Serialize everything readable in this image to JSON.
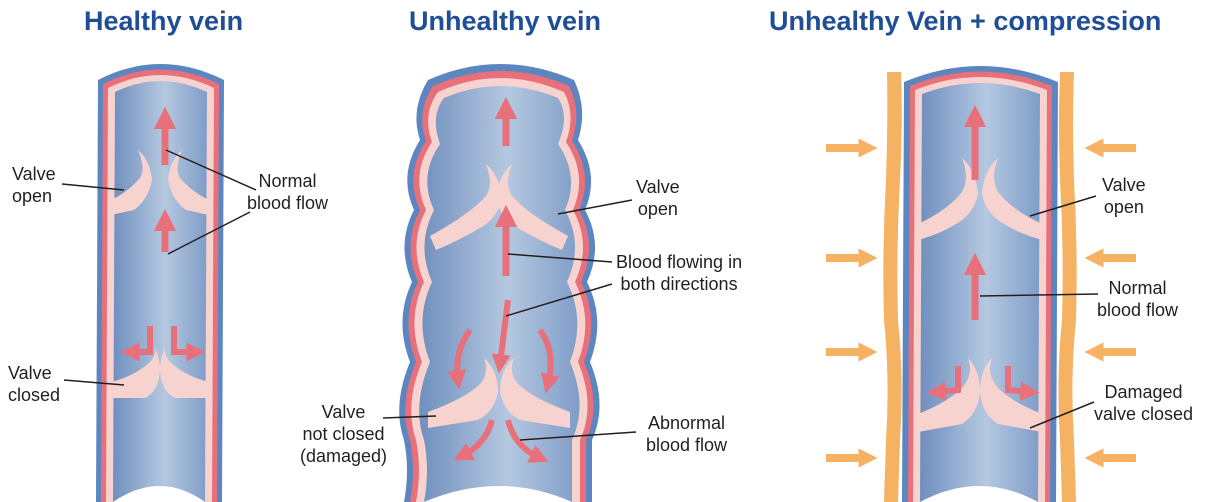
{
  "panels": [
    {
      "title": "Healthy vein",
      "labels": {
        "valve_open": [
          "Valve",
          "open"
        ],
        "normal_flow": [
          "Normal",
          "blood flow"
        ],
        "valve_closed": [
          "Valve",
          "closed"
        ]
      }
    },
    {
      "title": "Unhealthy vein",
      "labels": {
        "valve_open": [
          "Valve",
          "open"
        ],
        "both_directions": [
          "Blood flowing in",
          "both directions"
        ],
        "valve_not_closed": [
          "Valve",
          "not closed",
          "(damaged)"
        ],
        "abnormal_flow": [
          "Abnormal",
          "blood flow"
        ]
      }
    },
    {
      "title": "Unhealthy Vein + compression",
      "labels": {
        "valve_open": [
          "Valve",
          "open"
        ],
        "normal_flow": [
          "Normal",
          "blood flow"
        ],
        "damaged_closed": [
          "Damaged",
          "valve closed"
        ]
      }
    }
  ],
  "colors": {
    "title": "#1f4e96",
    "vein_wall_outer": "#5b86c0",
    "vein_wall_inner": "#e8707a",
    "lumen": "#8fa9cc",
    "valve": "#f7d3d0",
    "flow_arrow": "#e8707a",
    "compression": "#f5b263"
  }
}
